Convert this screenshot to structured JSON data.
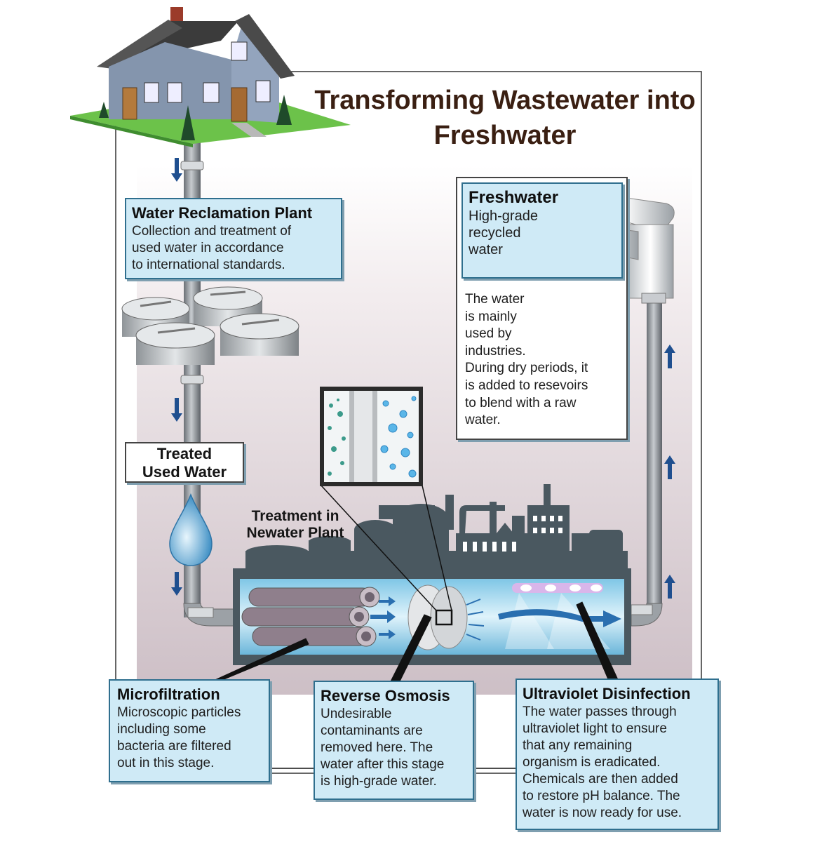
{
  "title": "Transforming Wastewater into Freshwater",
  "reclamation": {
    "heading": "Water Reclamation Plant",
    "text": "Collection and treatment of\nused water in accordance\nto international standards."
  },
  "treated": {
    "label": "Treated\nUsed Water"
  },
  "plant": {
    "label": "Treatment in\nNewater Plant"
  },
  "freshwater": {
    "heading": "Freshwater",
    "subtext": "High-grade\nrecycled\nwater",
    "text": "The water\nis mainly\nused by\nindustries.\nDuring dry periods, it\nis added to resevoirs\nto blend with a raw\nwater."
  },
  "microfiltration": {
    "heading": "Microfiltration",
    "text": "Microscopic particles\nincluding some\nbacteria are filtered\nout in this stage."
  },
  "reverse_osmosis": {
    "heading": "Reverse Osmosis",
    "text": "Undesirable\ncontaminants are\nremoved here. The\nwater after this stage\nis high-grade water."
  },
  "uv": {
    "heading": "Ultraviolet Disinfection",
    "text": "The water passes through\nultraviolet light to ensure\nthat any remaining\norganism is eradicated.\nChemicals are then added\n to restore pH balance. The\nwater is now ready for use."
  },
  "colors": {
    "title": "#3a1f12",
    "box_fill": "#cfeaf6",
    "box_border": "#2f6f8e",
    "plant": "#4a5860",
    "pipe": "#8a8f94",
    "arrow": "#1f4f8f",
    "water": "#6fb9e0"
  }
}
